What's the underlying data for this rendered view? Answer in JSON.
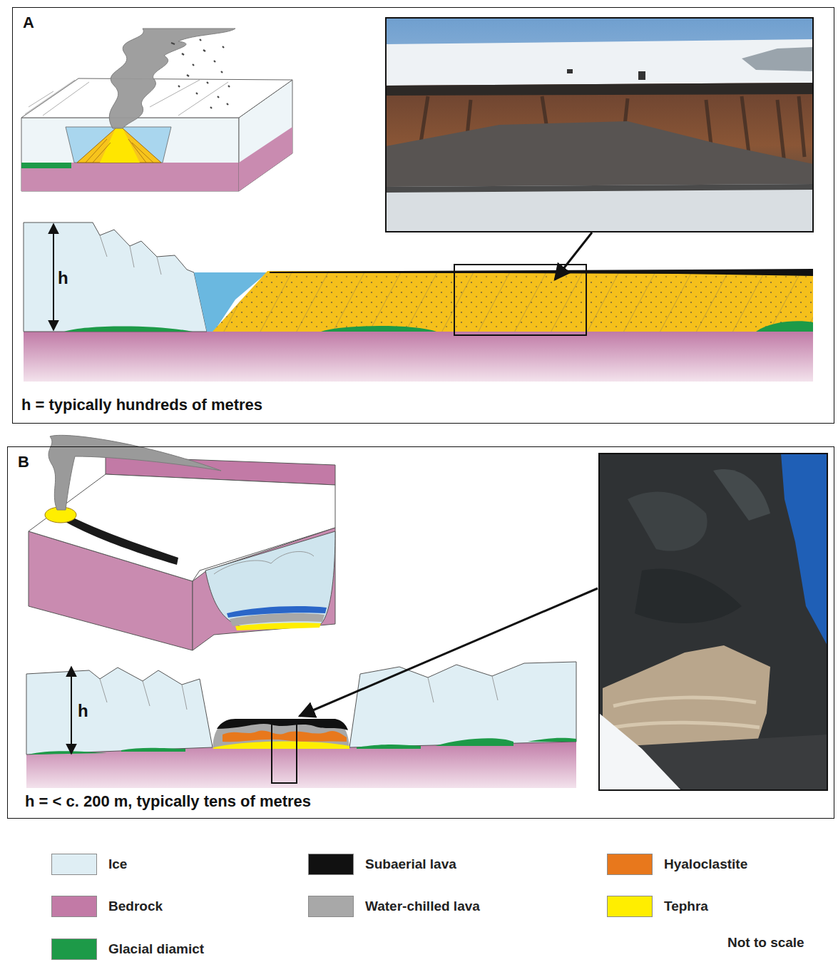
{
  "diagram": {
    "nodes": [
      {
        "text": [
          "A"
        ]
      },
      {
        "text": [
          "B"
        ]
      }
    ],
    "labels": [
      "h",
      "h = typically hundreds of metres",
      "h",
      "h = < c. 200 m, typically tens of metres",
      "Not to scale"
    ],
    "legend": [
      {
        "text": "Ice",
        "color": "#dfeef4"
      },
      {
        "text": "Bedrock",
        "color": "#c27aa6"
      },
      {
        "text": "Glacial diamict",
        "color": "#1d9a48"
      },
      {
        "text": "Subaerial lava",
        "color": "#111111"
      },
      {
        "text": "Water-chilled lava",
        "color": "#a8a8a8"
      },
      {
        "text": "Hyaloclastite",
        "color": "#e8781c"
      },
      {
        "text": "Tephra",
        "color": "#ffee00"
      }
    ]
  }
}
